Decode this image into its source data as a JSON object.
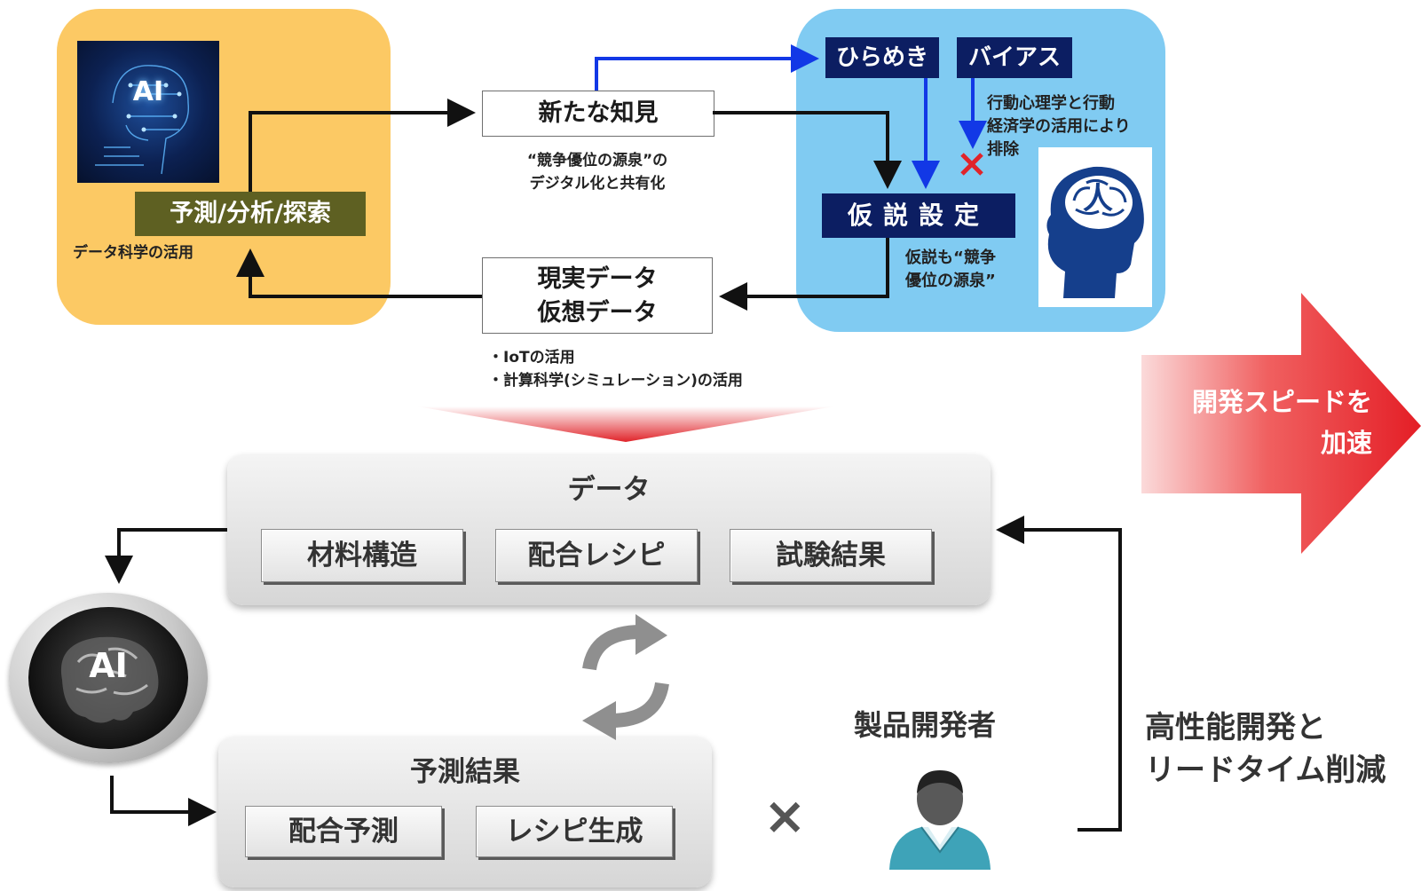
{
  "colors": {
    "panel_left": "#fcc964",
    "panel_right": "#80cbf2",
    "navy": "#0c1e62",
    "olive": "#5e6022",
    "arrow_blue": "#1238e6",
    "accent_red": "#e0242a"
  },
  "top": {
    "ai_image_label": "AI",
    "predict_box": "予測/分析/探索",
    "data_science_note": "データ科学の活用",
    "new_knowledge_box": "新たな知見",
    "new_knowledge_note": [
      "“競争優位の源泉”の",
      "デジタル化と共有化"
    ],
    "data_box": [
      "現実データ",
      "仮想データ"
    ],
    "data_notes": [
      "・IoTの活用",
      "・計算科学(シミュレーション)の活用"
    ],
    "inspiration_box": "ひらめき",
    "bias_box": "バイアス",
    "bias_note": [
      "行動心理学と行動",
      "経済学の活用により",
      "排除"
    ],
    "hypothesis_box": "仮説設定",
    "hypothesis_note": [
      "仮説も“競争",
      "優位の源泉”"
    ],
    "human_icon_label": "人"
  },
  "speed_arrow": [
    "開発スピードを",
    "加速"
  ],
  "bottom": {
    "data_panel_title": "データ",
    "data_items": [
      "材料構造",
      "配合レシピ",
      "試験結果"
    ],
    "prediction_panel_title": "予測結果",
    "prediction_items": [
      "配合予測",
      "レシピ生成"
    ],
    "ai_label": "AI",
    "times_symbol": "×",
    "developer_label": "製品開発者",
    "outcome": [
      "高性能開発と",
      "リードタイム削減"
    ]
  }
}
